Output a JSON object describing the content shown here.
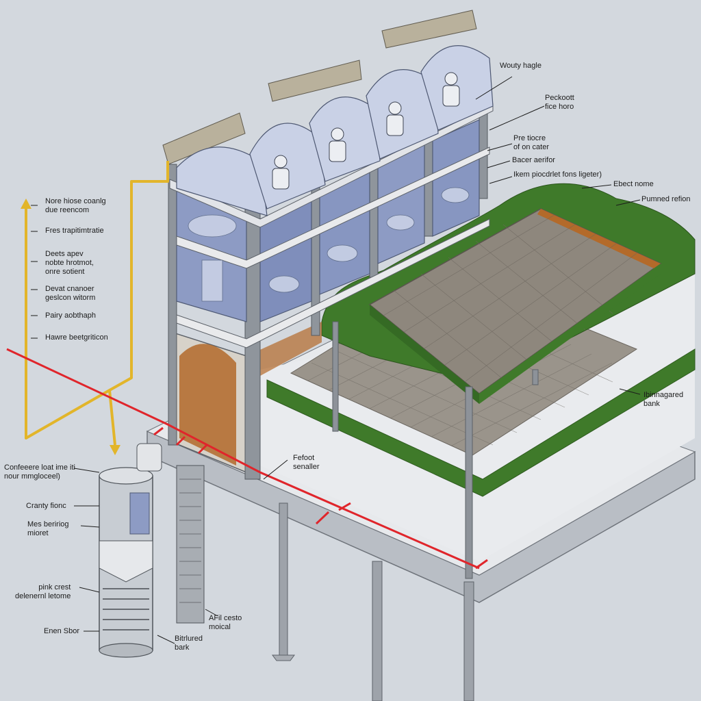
{
  "colors": {
    "background": "#d3d8de",
    "structure_steel": "#8c9299",
    "glass_panel": "#8d9bc4",
    "dome": "#c9d1e6",
    "solar_panel": "#b9b19c",
    "vegetation": "#3f7a2a",
    "gravel": "#e9ebee",
    "soil_grid": "#8c847a",
    "wood_trim": "#b36a2a",
    "water_pipe": "#e2b52a",
    "boundary_line": "#e0252b"
  },
  "labels": {
    "top_right": [
      "Wouty hagle",
      "Peckoott\nfice horo",
      "Pre tiocre\nof on cater",
      "Bacer aerifor",
      "Ikem piocdrlet fons ligeter)",
      "Ebect nome",
      "Pumned refion"
    ],
    "left": [
      "Nore hiose coanlg\ndue reencom",
      "Fres trapitimtratie",
      "Deets apev\nnobte hrotmot,\nonre sotient",
      "Devat cnanoer\ngeslcon witorm",
      "Pairy aobthaph",
      "Hawre beetgriticon"
    ],
    "lower_left": [
      "Confeeere loat ime iti\nnour mmgloceel)",
      "Cranty fionc",
      "Mes beririog\nmioret",
      "pink crest\ndelenernl letome",
      "Enen Sbor"
    ],
    "lower_mid": [
      "Fefoot\nsenaller",
      "AFil cesto\nmoical",
      "Bitrlured\nbark",
      "Ibinnagared\nbank"
    ]
  }
}
